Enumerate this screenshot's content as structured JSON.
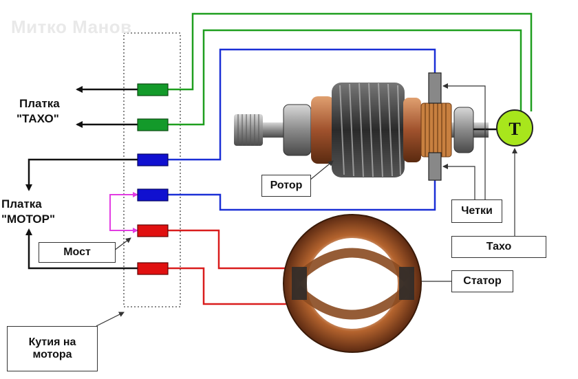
{
  "watermark": "Митко Манов",
  "labels": {
    "board_taxo_line1": "Платка",
    "board_taxo_line2": "\"ТАХО\"",
    "board_motor_line1": "Платка",
    "board_motor_line2": "\"МОТОР\"",
    "rotor": "Ротор",
    "brushes": "Четки",
    "taxo": "Тахо",
    "stator": "Статор",
    "bridge": "Мост",
    "motor_box_line1": "Кутия на",
    "motor_box_line2": "мотора",
    "tacho_symbol": "T"
  },
  "colors": {
    "green_wire": "#1e9e1e",
    "blue_wire": "#1a2fd6",
    "red_wire": "#d91c1c",
    "magenta_wire": "#e23be2",
    "tacho_fill": "#a8e61c"
  },
  "connectors": [
    {
      "name": "connector-green-1",
      "color": "green"
    },
    {
      "name": "connector-green-2",
      "color": "green"
    },
    {
      "name": "connector-blue-1",
      "color": "blue"
    },
    {
      "name": "connector-blue-2",
      "color": "blue"
    },
    {
      "name": "connector-red-1",
      "color": "red"
    },
    {
      "name": "connector-red-2",
      "color": "red"
    }
  ]
}
